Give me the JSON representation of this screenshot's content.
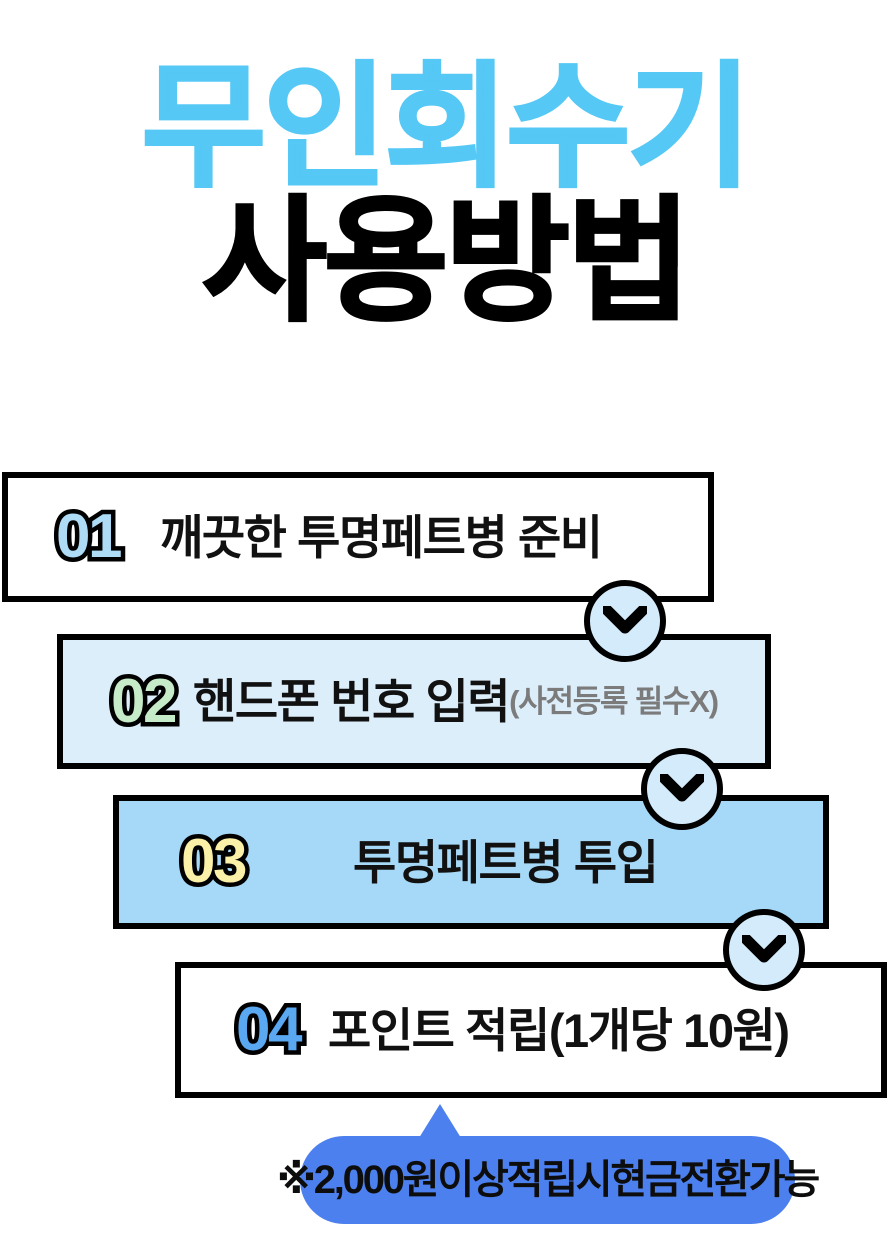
{
  "title": {
    "line1": "무인회수기",
    "line2": "사용방법",
    "line1_color": "#55C8F5",
    "line2_color": "#000000"
  },
  "steps": [
    {
      "number": "01",
      "label": "깨끗한 투명페트병 준비",
      "sub": "",
      "number_color": "#AEDCF7",
      "box_bg": "#FFFFFF"
    },
    {
      "number": "02",
      "label": "핸드폰 번호 입력",
      "sub": "(사전등록 필수X)",
      "number_color": "#C6EBC9",
      "box_bg": "#DDEEFB"
    },
    {
      "number": "03",
      "label": "투명페트병 투입",
      "sub": "",
      "number_color": "#FAF0A8",
      "box_bg": "#A6D8F7"
    },
    {
      "number": "04",
      "label": "포인트 적립(1개당 10원)",
      "sub": "",
      "number_color": "#5AA7F2",
      "box_bg": "#FFFFFF"
    }
  ],
  "connectors": [
    {
      "icon": "chevron-down-icon"
    },
    {
      "icon": "chevron-down-icon"
    },
    {
      "icon": "chevron-down-icon"
    }
  ],
  "footer_note": {
    "text": "※2,000원이상적립시현금전환가능",
    "bg_color": "#4C80EE",
    "text_color": "#0D0D0D"
  }
}
